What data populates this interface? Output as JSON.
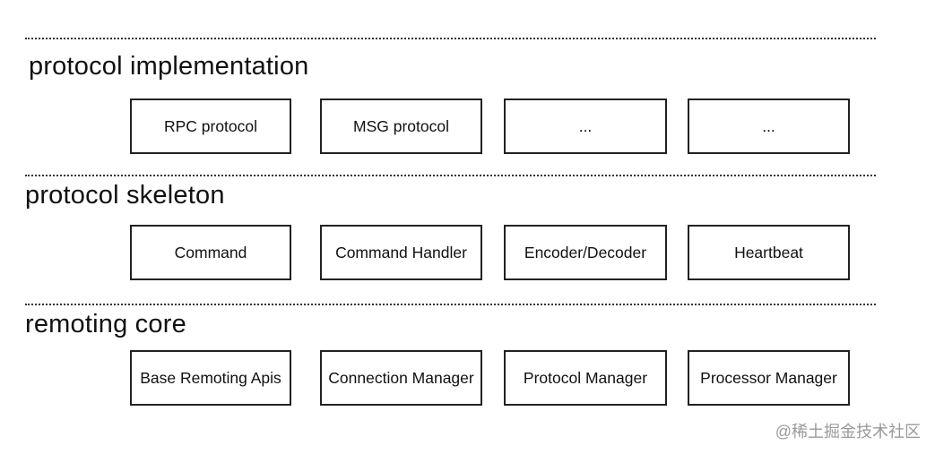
{
  "layers": [
    {
      "title": "protocol implementation",
      "boxes": [
        "RPC protocol",
        "MSG protocol",
        "...",
        "..."
      ]
    },
    {
      "title": "protocol skeleton",
      "boxes": [
        "Command",
        "Command Handler",
        "Encoder/Decoder",
        "Heartbeat"
      ]
    },
    {
      "title": "remoting core",
      "boxes": [
        "Base Remoting Apis",
        "Connection Manager",
        "Protocol Manager",
        "Processor Manager"
      ]
    }
  ],
  "watermark": "@稀土掘金技术社区"
}
